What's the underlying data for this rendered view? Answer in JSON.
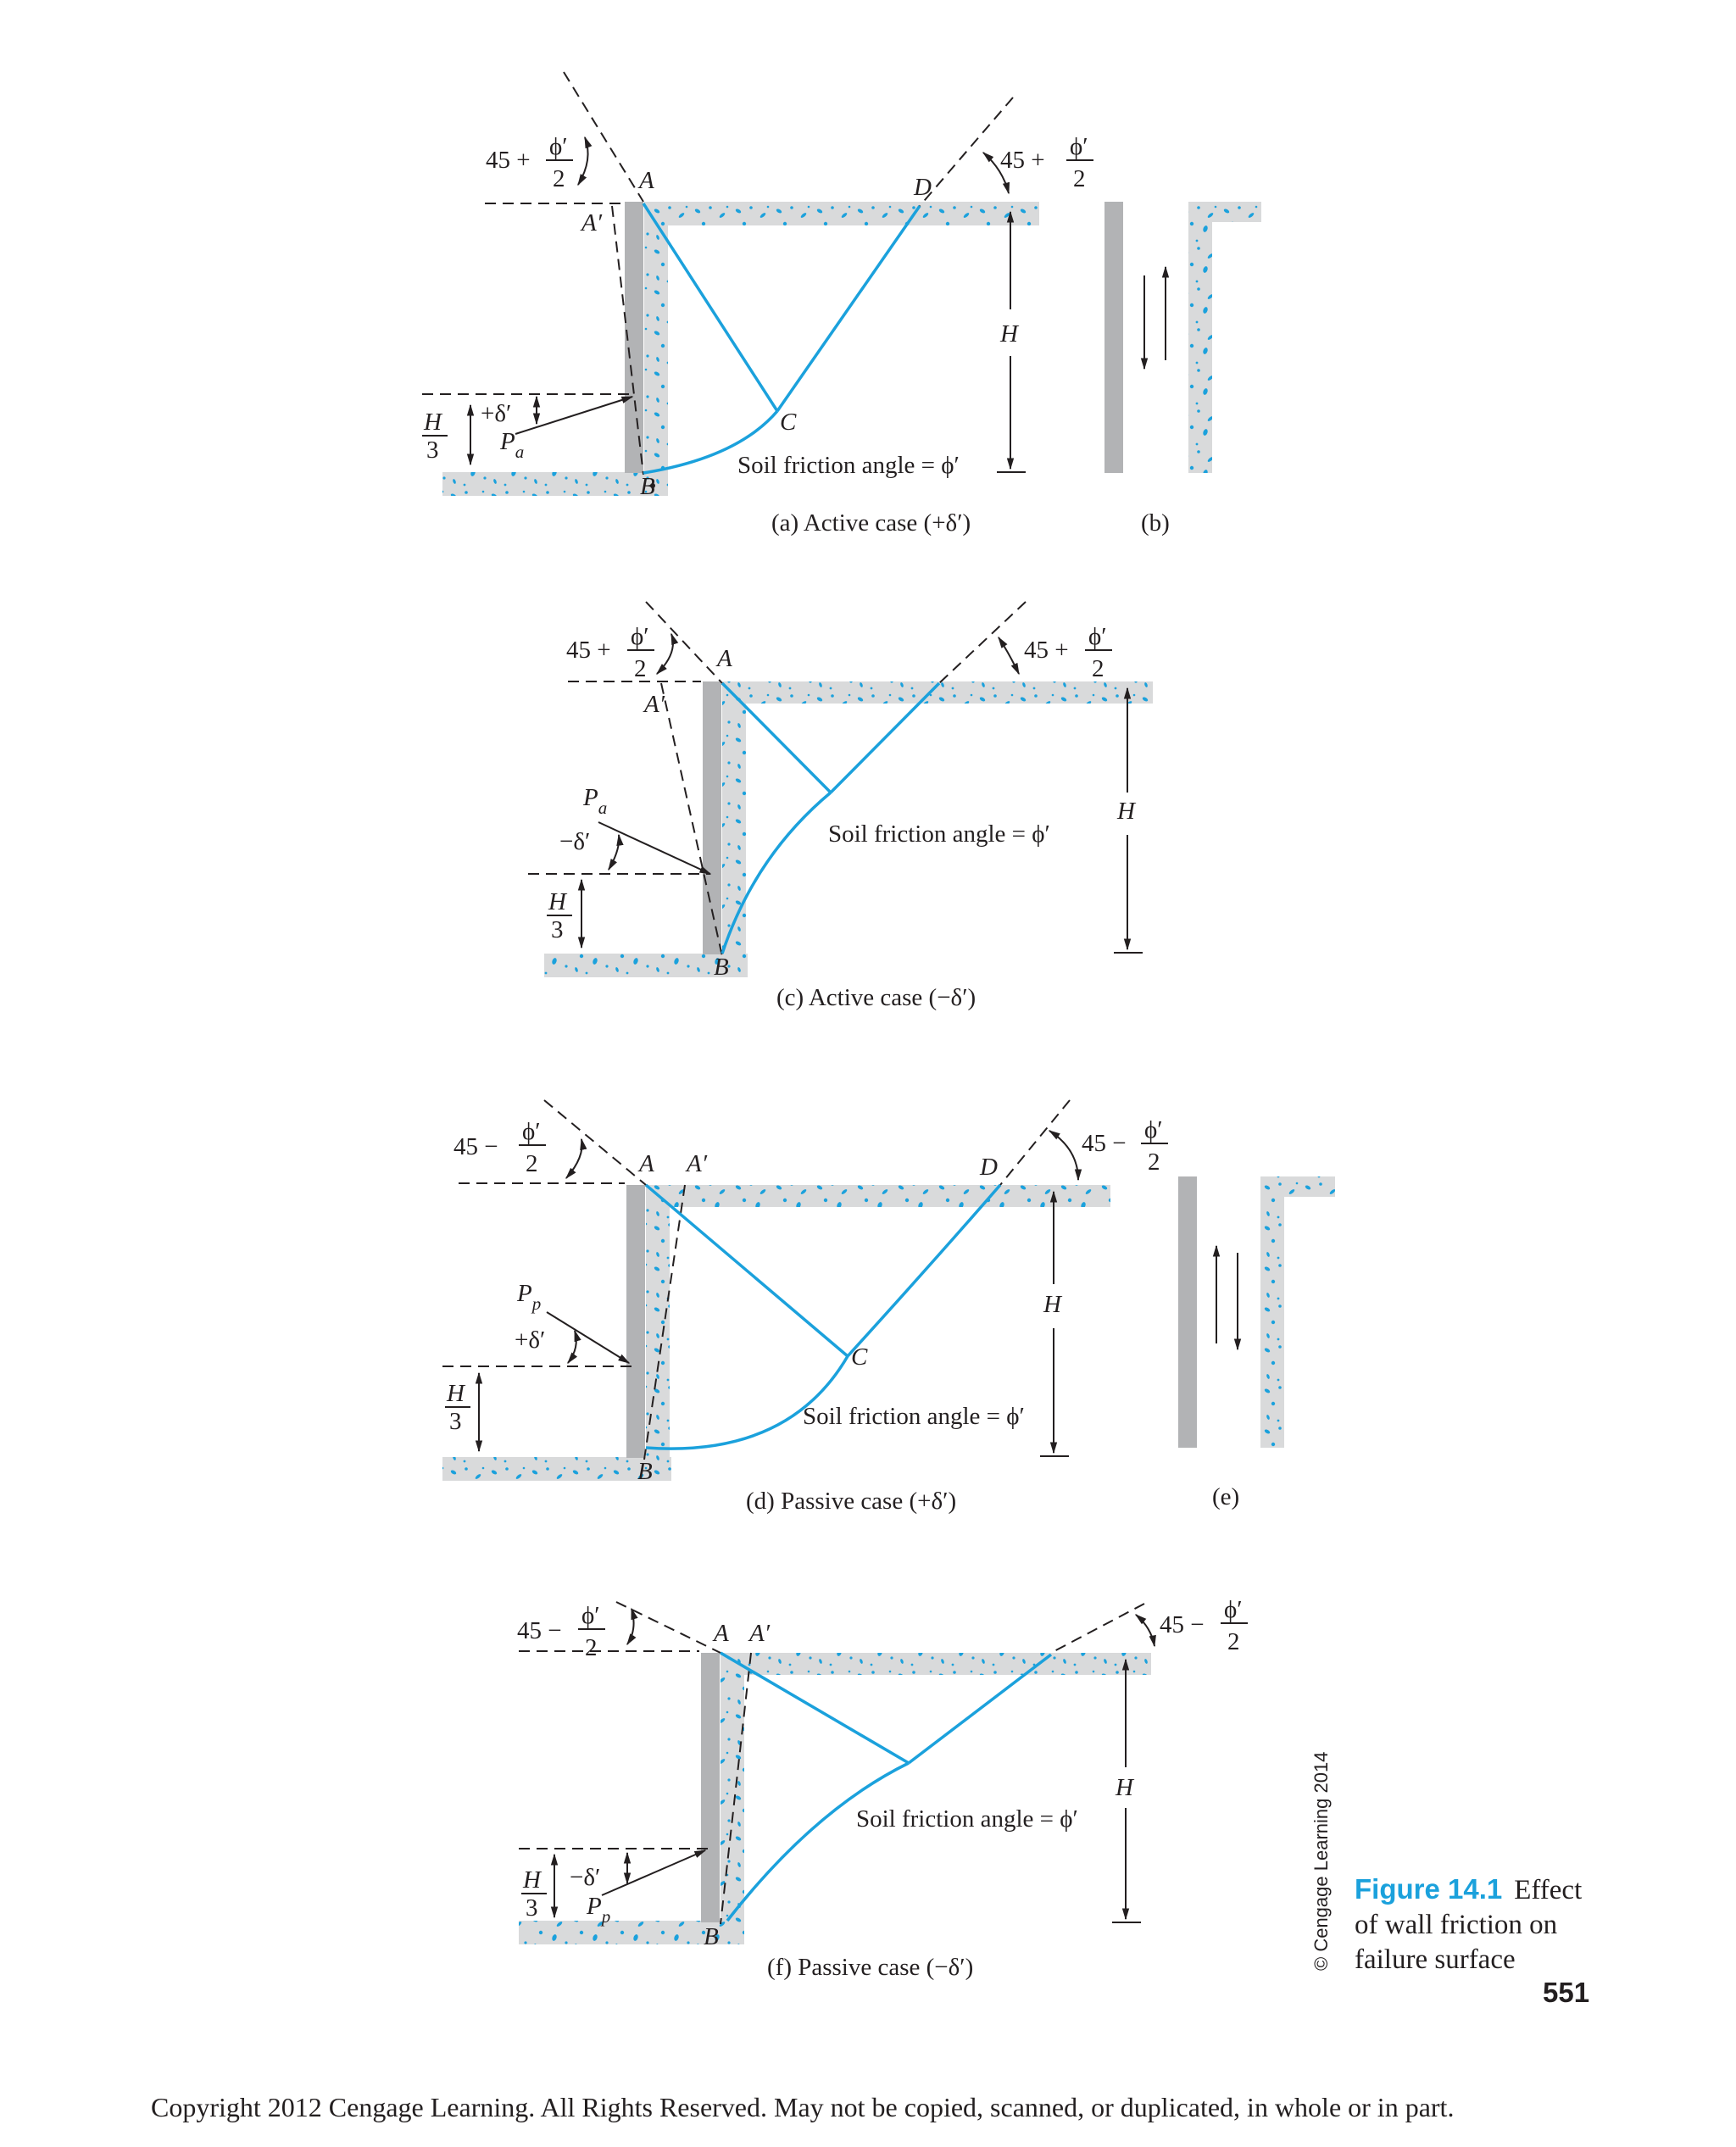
{
  "figure": {
    "number": "Figure 14.1",
    "title_lines": [
      "Effect",
      "of wall friction on",
      "failure surface"
    ],
    "credit": "© Cengage Learning 2014",
    "page_number": "551"
  },
  "footer": "Copyright 2012 Cengage Learning. All Rights Reserved. May not be copied, scanned, or duplicated, in whole or in part.",
  "labels": {
    "A": "A",
    "A_prime": "A′",
    "B": "B",
    "C": "C",
    "D": "D",
    "H": "H",
    "Pa_base": "P",
    "Pa_sub": "a",
    "Pp_base": "P",
    "Pp_sub": "p",
    "H_num": "H",
    "H_den": "3",
    "phi_num": "ϕ′",
    "phi_den": "2",
    "angle_plus_prefix": "45 +",
    "angle_minus_prefix": "45 −",
    "plus_delta": "+δ′",
    "minus_delta": "−δ′",
    "soil_friction": "Soil friction angle = ϕ′"
  },
  "panels": {
    "a": "(a)  Active case (+δ′)",
    "b": "(b)",
    "c": "(c)  Active case (−δ′)",
    "d": "(d)  Passive case (+δ′)",
    "e": "(e)",
    "f": "(f)  Passive case (−δ′)"
  },
  "colors": {
    "failure_surface": "#1ba1dc",
    "wall": "#b2b3b5",
    "soil": "#d9dadb",
    "text": "#231f20"
  }
}
